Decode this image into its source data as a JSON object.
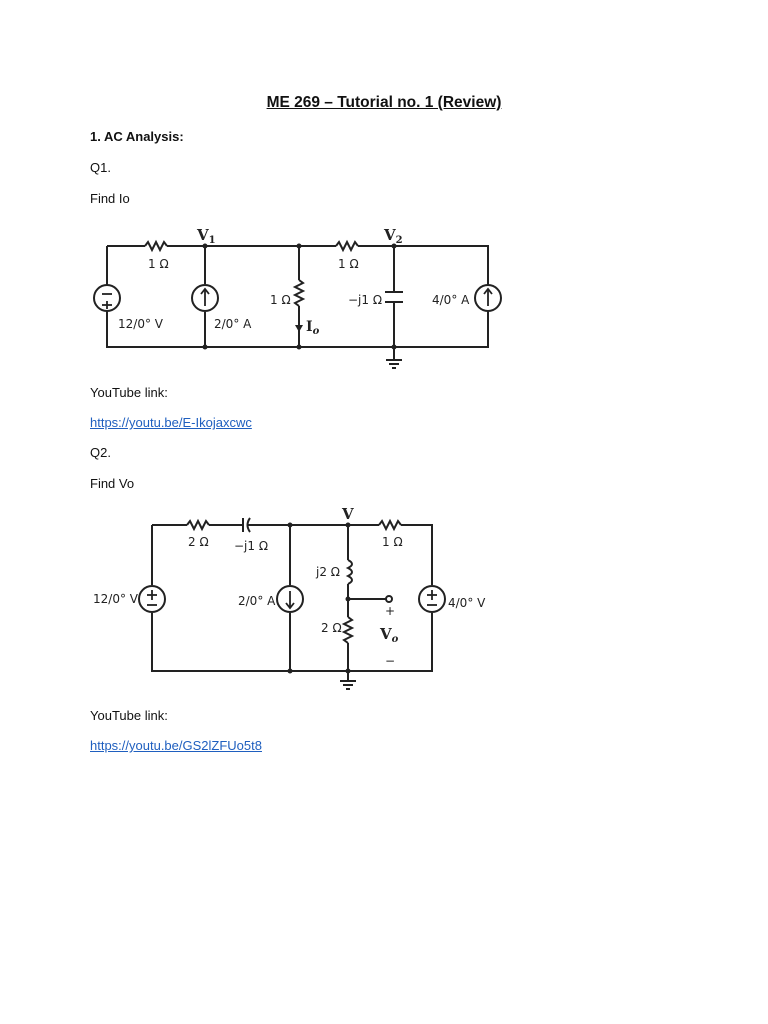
{
  "title": "ME 269 – Tutorial no. 1 (Review)",
  "section": "1.   AC Analysis:",
  "q1": {
    "number": "Q1.",
    "prompt": "Find Io",
    "youtube_label": "YouTube link:",
    "link": "https://youtu.be/E-Ikojaxcwc",
    "circuit": {
      "node1": "V",
      "node1_sub": "1",
      "node2": "V",
      "node2_sub": "2",
      "r_series1": "1 Ω",
      "r_series2": "1 Ω",
      "r_shunt": "1 Ω",
      "cap": "−j1 Ω",
      "vsource": "12/0° V",
      "isource1": "2/0° A",
      "isource2": "4/0° A",
      "current": "I",
      "current_sub": "o"
    }
  },
  "q2": {
    "number": "Q2.",
    "prompt": "Find Vo",
    "youtube_label": "YouTube link:",
    "link": "https://youtu.be/GS2lZFUo5t8",
    "circuit": {
      "node": "V",
      "r1": "2 Ω",
      "cap": "−j1 Ω",
      "r_right": "1 Ω",
      "inductor": "j2 Ω",
      "r_bottom": "2 Ω",
      "vsource_left": "12/0° V",
      "isource": "2/0° A",
      "vsource_right": "4/0° V",
      "vout": "V",
      "vout_sub": "o",
      "plus": "+",
      "minus": "−"
    }
  }
}
